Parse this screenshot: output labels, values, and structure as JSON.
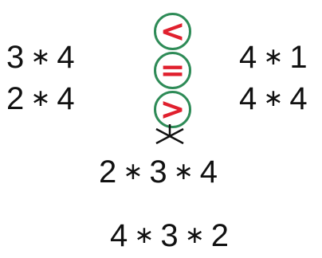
{
  "operator": "∗",
  "left": [
    {
      "a": "3",
      "b": "4"
    },
    {
      "a": "2",
      "b": "4"
    }
  ],
  "right": [
    {
      "a": "4",
      "b": "1"
    },
    {
      "a": "4",
      "b": "4"
    }
  ],
  "bottom": [
    {
      "a": "2",
      "b": "3",
      "c": "4"
    },
    {
      "a": "4",
      "b": "3",
      "c": "2"
    }
  ],
  "symbols": {
    "less": "<",
    "equal": "=",
    "greater": ">"
  },
  "colors": {
    "circle_border": "#2e8b57",
    "symbol": "#e0202e",
    "text": "#111111"
  }
}
